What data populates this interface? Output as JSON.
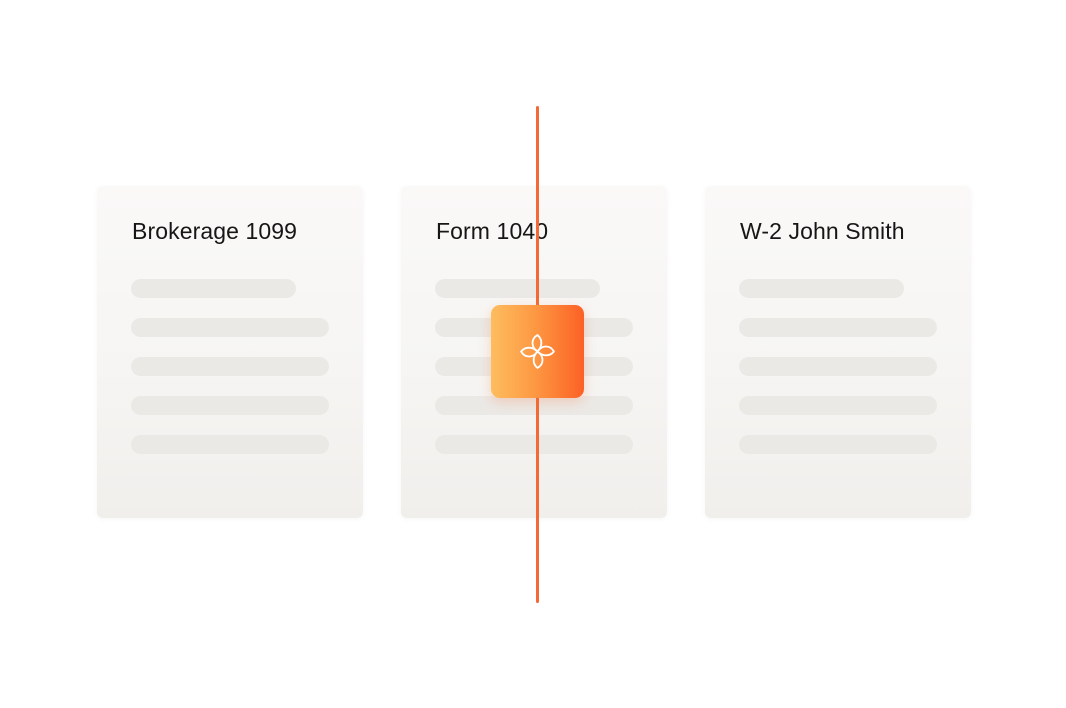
{
  "documents": [
    {
      "title": "Brokerage 1099",
      "placeholder_lines": 5
    },
    {
      "title": "Form 1040",
      "placeholder_lines": 5
    },
    {
      "title": "W-2 John Smith",
      "placeholder_lines": 5
    }
  ],
  "scanner": {
    "icon": "pinwheel-icon",
    "accent_color": "#f26a35",
    "gradient_start": "#fdbd5f",
    "gradient_end": "#fc6125"
  },
  "colors": {
    "card_background": "#f6f5f3",
    "placeholder_line": "#ebe9e6",
    "title_text": "#161616"
  }
}
